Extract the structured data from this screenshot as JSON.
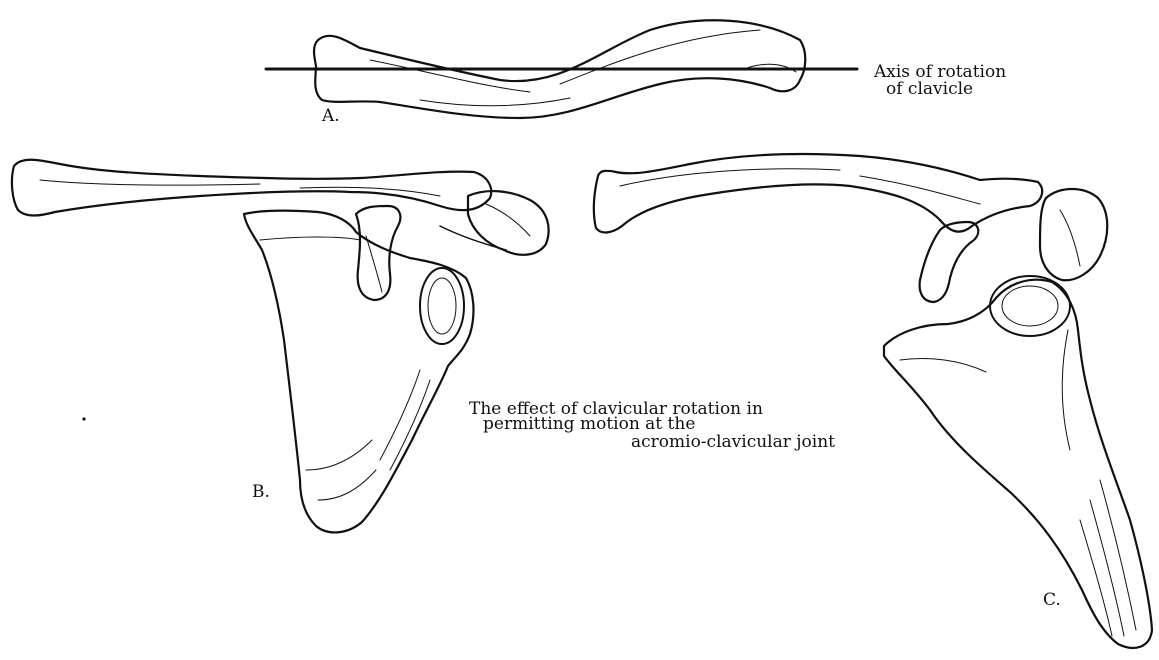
{
  "labels": {
    "a": "A.",
    "b": "B.",
    "c": "C.",
    "axis_line1": "Axis of rotation",
    "axis_line2": "of clavicle",
    "caption_line1": "The effect of clavicular rotation in",
    "caption_line2": "permitting motion at the",
    "caption_line3": "acromio-clavicular joint"
  },
  "colors": {
    "ink": "#111111",
    "paper": "#ffffff"
  }
}
